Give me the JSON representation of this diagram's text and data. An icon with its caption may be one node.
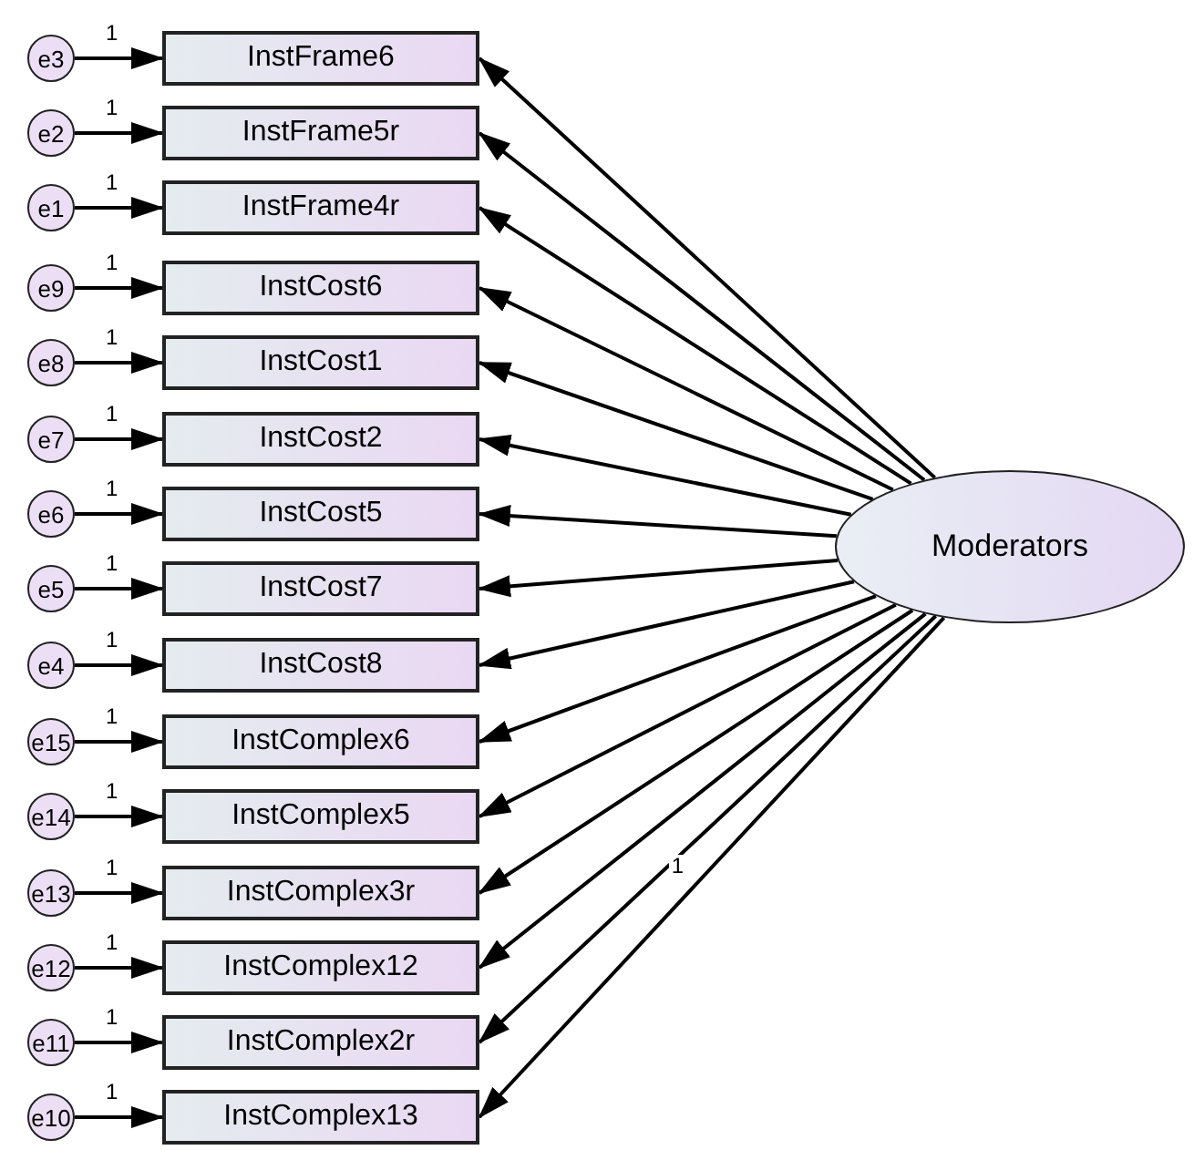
{
  "diagram": {
    "nodes": [
      {
        "text": [
          "e3"
        ]
      },
      {
        "text": [
          "InstFrame6"
        ]
      },
      {
        "text": [
          "e2"
        ]
      },
      {
        "text": [
          "InstFrame5r"
        ]
      },
      {
        "text": [
          "e1"
        ]
      },
      {
        "text": [
          "InstFrame4r"
        ]
      },
      {
        "text": [
          "e9"
        ]
      },
      {
        "text": [
          "InstCost6"
        ]
      },
      {
        "text": [
          "e8"
        ]
      },
      {
        "text": [
          "InstCost1"
        ]
      },
      {
        "text": [
          "e7"
        ]
      },
      {
        "text": [
          "InstCost2"
        ]
      },
      {
        "text": [
          "e6"
        ]
      },
      {
        "text": [
          "InstCost5"
        ]
      },
      {
        "text": [
          "e5"
        ]
      },
      {
        "text": [
          "InstCost7"
        ]
      },
      {
        "text": [
          "e4"
        ]
      },
      {
        "text": [
          "InstCost8"
        ]
      },
      {
        "text": [
          "e15"
        ]
      },
      {
        "text": [
          "InstComplex6"
        ]
      },
      {
        "text": [
          "e14"
        ]
      },
      {
        "text": [
          "InstComplex5"
        ]
      },
      {
        "text": [
          "e13"
        ]
      },
      {
        "text": [
          "InstComplex3r"
        ]
      },
      {
        "text": [
          "e12"
        ]
      },
      {
        "text": [
          "InstComplex12"
        ]
      },
      {
        "text": [
          "e11"
        ]
      },
      {
        "text": [
          "InstComplex2r"
        ]
      },
      {
        "text": [
          "e10"
        ]
      },
      {
        "text": [
          "InstComplex13"
        ]
      },
      {
        "text": [
          "Moderators"
        ]
      }
    ],
    "edges": [
      {
        "from": 0,
        "to": 1,
        "arrow": "to",
        "label": "1"
      },
      {
        "from": 30,
        "to": 1,
        "arrow": "to"
      },
      {
        "from": 2,
        "to": 3,
        "arrow": "to",
        "label": "1"
      },
      {
        "from": 30,
        "to": 3,
        "arrow": "to"
      },
      {
        "from": 4,
        "to": 5,
        "arrow": "to",
        "label": "1"
      },
      {
        "from": 30,
        "to": 5,
        "arrow": "to"
      },
      {
        "from": 6,
        "to": 7,
        "arrow": "to",
        "label": "1"
      },
      {
        "from": 30,
        "to": 7,
        "arrow": "to"
      },
      {
        "from": 8,
        "to": 9,
        "arrow": "to",
        "label": "1"
      },
      {
        "from": 30,
        "to": 9,
        "arrow": "to"
      },
      {
        "from": 10,
        "to": 11,
        "arrow": "to",
        "label": "1"
      },
      {
        "from": 30,
        "to": 11,
        "arrow": "to"
      },
      {
        "from": 12,
        "to": 13,
        "arrow": "to",
        "label": "1"
      },
      {
        "from": 30,
        "to": 13,
        "arrow": "to"
      },
      {
        "from": 14,
        "to": 15,
        "arrow": "to",
        "label": "1"
      },
      {
        "from": 30,
        "to": 15,
        "arrow": "to"
      },
      {
        "from": 16,
        "to": 17,
        "arrow": "to",
        "label": "1"
      },
      {
        "from": 30,
        "to": 17,
        "arrow": "to"
      },
      {
        "from": 18,
        "to": 19,
        "arrow": "to",
        "label": "1"
      },
      {
        "from": 30,
        "to": 19,
        "arrow": "to"
      },
      {
        "from": 20,
        "to": 21,
        "arrow": "to",
        "label": "1"
      },
      {
        "from": 30,
        "to": 21,
        "arrow": "to"
      },
      {
        "from": 22,
        "to": 23,
        "arrow": "to",
        "label": "1"
      },
      {
        "from": 30,
        "to": 23,
        "arrow": "to"
      },
      {
        "from": 24,
        "to": 25,
        "arrow": "to",
        "label": "1"
      },
      {
        "from": 30,
        "to": 25,
        "arrow": "to"
      },
      {
        "from": 26,
        "to": 27,
        "arrow": "to",
        "label": "1"
      },
      {
        "from": 30,
        "to": 27,
        "arrow": "to"
      },
      {
        "from": 28,
        "to": 29,
        "arrow": "to",
        "label": "1"
      },
      {
        "from": 30,
        "to": 29,
        "arrow": "to",
        "label": "1"
      }
    ]
  }
}
